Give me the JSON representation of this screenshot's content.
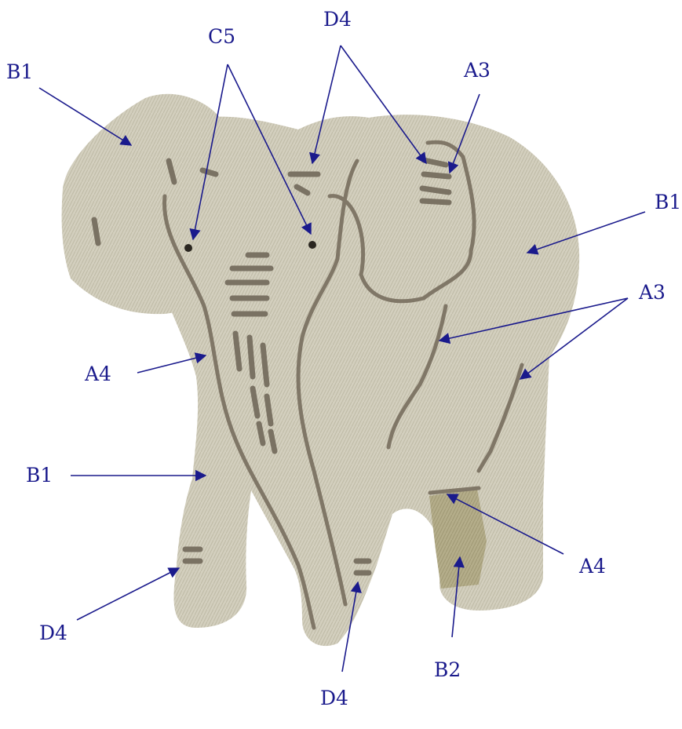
{
  "colors": {
    "label": "#1a1a8c",
    "fabric_base": "#cfcbb9",
    "body_thread": "#d3cfbe",
    "stitch_lines": "#807767",
    "foot_b2": "#b4ad8a"
  },
  "labels": {
    "b1_ear": "B1",
    "c5_eyes": "C5",
    "d4_head": "D4",
    "a3_top": "A3",
    "b1_body": "B1",
    "a3_side": "A3",
    "a4_trunk": "A4",
    "b1_leg": "B1",
    "a4_leg": "A4",
    "d4_left_foot": "D4",
    "b2_foot": "B2",
    "d4_bottom": "D4"
  }
}
